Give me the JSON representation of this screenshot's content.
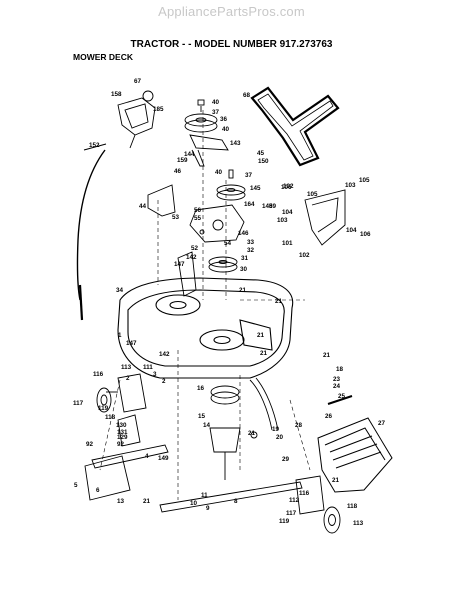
{
  "watermark": "AppliancePartsPros.com",
  "title": "TRACTOR - - MODEL NUMBER 917.273763",
  "subtitle": "MOWER DECK",
  "part_labels": [
    "67",
    "158",
    "185",
    "152",
    "40",
    "37",
    "36",
    "40",
    "143",
    "144",
    "68",
    "45",
    "150",
    "159",
    "40",
    "37",
    "46",
    "145",
    "106",
    "102",
    "103",
    "105",
    "105",
    "164",
    "104",
    "103",
    "59",
    "148",
    "44",
    "56",
    "55",
    "53",
    "146",
    "52",
    "101",
    "104",
    "106",
    "102",
    "54",
    "33",
    "32",
    "31",
    "147",
    "142",
    "30",
    "34",
    "21",
    "21",
    "1",
    "147",
    "21",
    "142",
    "21",
    "21",
    "2",
    "116",
    "113",
    "111",
    "3",
    "2",
    "117",
    "119",
    "16",
    "118",
    "130",
    "131",
    "129",
    "92",
    "92",
    "15",
    "14",
    "4",
    "149",
    "5",
    "6",
    "21",
    "10",
    "9",
    "8",
    "11",
    "13",
    "19",
    "20",
    "18",
    "23",
    "24",
    "25",
    "26",
    "27",
    "28",
    "29",
    "21",
    "112",
    "118",
    "117",
    "119",
    "113",
    "116",
    "21",
    "2",
    "18"
  ]
}
